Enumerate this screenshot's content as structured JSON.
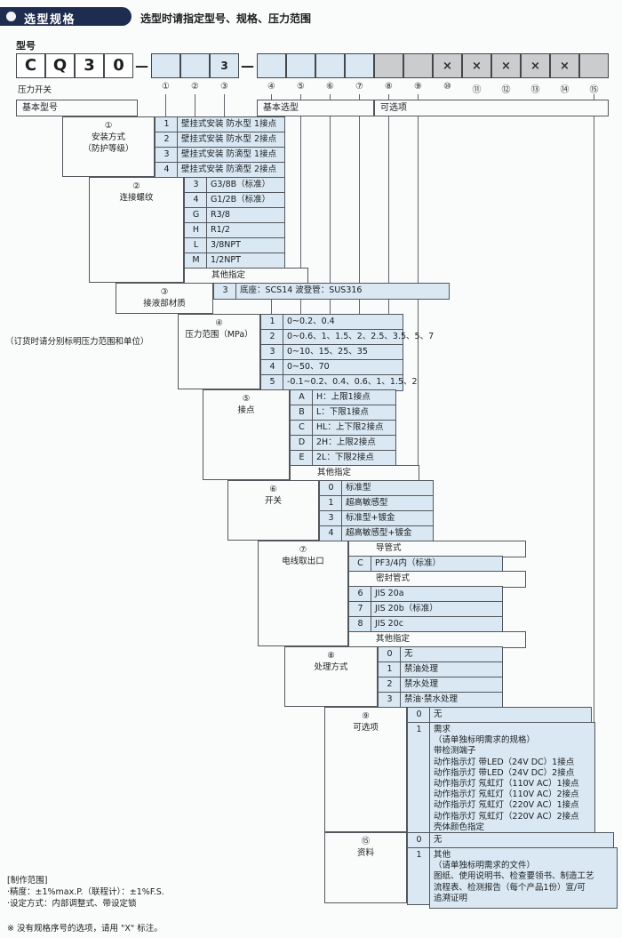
{
  "page": {
    "badge": "选型规格",
    "subtitle": "选型时请指定型号、规格、压力范围",
    "model_label": "型号",
    "series_caption": "压力开关"
  },
  "model_code": {
    "prefix": [
      "C",
      "Q",
      "3",
      "0"
    ],
    "dash": "—",
    "group1_boxes": [
      "",
      "",
      "3"
    ],
    "cross_mark": "×",
    "positions": [
      "①",
      "②",
      "③",
      "④",
      "⑤",
      "⑥",
      "⑦",
      "⑧",
      "⑨",
      "⑩",
      "⑪",
      "⑫",
      "⑬",
      "⑭",
      "⑮"
    ]
  },
  "table_headers": {
    "basic_model": "基本型号",
    "basic_selection": "基本选型",
    "options": "可选项"
  },
  "groups": [
    {
      "num": "①",
      "title": [
        "安装方式",
        "（防护等级）"
      ],
      "rows": [
        {
          "code": "1",
          "desc": "壁挂式安装 防水型 1接点"
        },
        {
          "code": "2",
          "desc": "壁挂式安装 防水型 2接点"
        },
        {
          "code": "3",
          "desc": "壁挂式安装 防滴型 1接点"
        },
        {
          "code": "4",
          "desc": "壁挂式安装 防滴型 2接点"
        }
      ]
    },
    {
      "num": "②",
      "title": [
        "连接螺纹"
      ],
      "rows": [
        {
          "code": "3",
          "desc": "G3/8B（标准）"
        },
        {
          "code": "4",
          "desc": "G1/2B（标准）"
        },
        {
          "code": "G",
          "desc": "R3/8"
        },
        {
          "code": "H",
          "desc": "R1/2"
        },
        {
          "code": "L",
          "desc": "3/8NPT"
        },
        {
          "code": "M",
          "desc": "1/2NPT"
        },
        {
          "span": "其他指定"
        }
      ]
    },
    {
      "num": "③",
      "title": [
        "接液部材质"
      ],
      "rows": [
        {
          "code": "3",
          "desc": "底座：SCS14 波登管：SUS316"
        }
      ]
    },
    {
      "num": "④",
      "title": [
        "压力范围（MPa）"
      ],
      "rows": [
        {
          "code": "1",
          "desc": "0~0.2、0.4"
        },
        {
          "code": "2",
          "desc": "0~0.6、1、1.5、2、2.5、3.5、5、7"
        },
        {
          "code": "3",
          "desc": "0~10、15、25、35"
        },
        {
          "code": "4",
          "desc": "0~50、70"
        },
        {
          "code": "5",
          "desc": "-0.1~0.2、0.4、0.6、1、1.5、2"
        }
      ]
    },
    {
      "num": "⑤",
      "title": [
        "接点"
      ],
      "rows": [
        {
          "code": "A",
          "desc": "H：上限1接点"
        },
        {
          "code": "B",
          "desc": "L：下限1接点"
        },
        {
          "code": "C",
          "desc": "HL：上下限2接点"
        },
        {
          "code": "D",
          "desc": "2H：上限2接点"
        },
        {
          "code": "E",
          "desc": "2L：下限2接点"
        },
        {
          "span": "其他指定"
        }
      ]
    },
    {
      "num": "⑥",
      "title": [
        "开关"
      ],
      "rows": [
        {
          "code": "0",
          "desc": "标准型"
        },
        {
          "code": "1",
          "desc": "超高敏感型"
        },
        {
          "code": "3",
          "desc": "标准型+镀金"
        },
        {
          "code": "4",
          "desc": "超高敏感型+镀金"
        }
      ]
    },
    {
      "num": "⑦",
      "title": [
        "电线取出口"
      ],
      "rows": [
        {
          "span": "导管式"
        },
        {
          "code": "C",
          "desc": "PF3/4内（标准）"
        },
        {
          "span": "密封管式"
        },
        {
          "code": "6",
          "desc": "JIS 20a"
        },
        {
          "code": "7",
          "desc": "JIS 20b（标准）"
        },
        {
          "code": "8",
          "desc": "JIS 20c"
        },
        {
          "span": "其他指定"
        }
      ]
    },
    {
      "num": "⑧",
      "title": [
        "处理方式"
      ],
      "rows": [
        {
          "code": "0",
          "desc": "无"
        },
        {
          "code": "1",
          "desc": "禁油处理"
        },
        {
          "code": "2",
          "desc": "禁水处理"
        },
        {
          "code": "3",
          "desc": "禁油·禁水处理"
        }
      ]
    },
    {
      "num": "⑨",
      "title": [
        "可选项"
      ],
      "rows": [
        {
          "code": "0",
          "desc": "无"
        },
        {
          "code": "1",
          "lines": [
            "需求",
            "（请单独标明需求的规格）",
            "带检测端子",
            "动作指示灯 带LED（24V DC）1接点",
            "动作指示灯 带LED（24V DC）2接点",
            "动作指示灯 氖虹灯（110V AC）1接点",
            "动作指示灯 氖虹灯（110V AC）2接点",
            "动作指示灯 氖虹灯（220V AC）1接点",
            "动作指示灯 氖虹灯（220V AC）2接点",
            "壳体颜色指定"
          ]
        }
      ]
    },
    {
      "num": "⑮",
      "title": [
        "资料"
      ],
      "rows": [
        {
          "code": "0",
          "desc": "无"
        },
        {
          "code": "1",
          "lines": [
            "其他",
            "（请单独标明需求的文件）",
            "图纸、使用说明书、检查要领书、制造工艺",
            "流程表、检测报告（每个产品1份）宣/可",
            "追溯证明"
          ]
        }
      ]
    }
  ],
  "side_note": "（订货时请分别标明压力范围和单位）",
  "footnotes": {
    "scope_title": "[制作范围]",
    "lines": [
      "·精度：±1%max.P.（联程计）：±1%F.S.",
      "·设定方式：内部调整式、带设定锁"
    ],
    "x_note": "※ 没有规格序号的选项，请用 \"X\" 标注。"
  },
  "colors": {
    "cell_blue": "#d9e8f3",
    "box_gray": "#caccce",
    "badge_navy": "#1e2d4f",
    "border": "#53575c"
  }
}
